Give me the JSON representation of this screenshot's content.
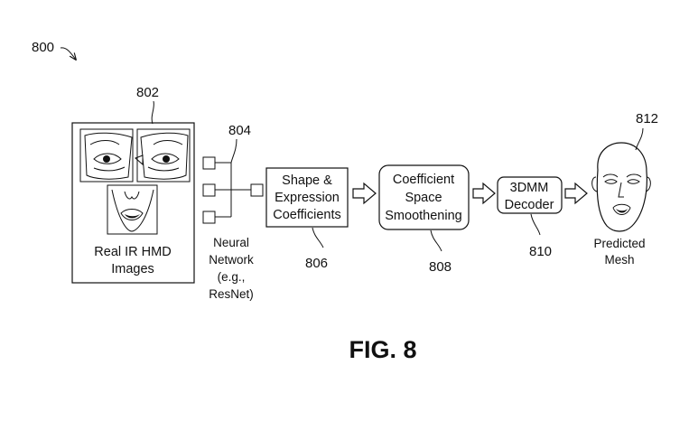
{
  "figure_number": "800",
  "figure_caption": "FIG. 8",
  "images_block": {
    "ref": "802",
    "caption_line1": "Real IR HMD",
    "caption_line2": "Images"
  },
  "network": {
    "ref": "804",
    "line1": "Neural",
    "line2": "Network",
    "line3": "(e.g.,",
    "line4": "ResNet)"
  },
  "coefficients": {
    "ref": "806",
    "line1": "Shape &",
    "line2": "Expression",
    "line3": "Coefficients"
  },
  "smoothing": {
    "ref": "808",
    "line1": "Coefficient",
    "line2": "Space",
    "line3": "Smoothening"
  },
  "decoder": {
    "ref": "810",
    "line1": "3DMM",
    "line2": "Decoder"
  },
  "mesh": {
    "ref": "812",
    "line1": "Predicted",
    "line2": "Mesh"
  },
  "icons": [
    "eye-left-image-icon",
    "eye-right-image-icon",
    "mouth-image-icon",
    "face-mesh-icon",
    "arrow-right-icon"
  ]
}
